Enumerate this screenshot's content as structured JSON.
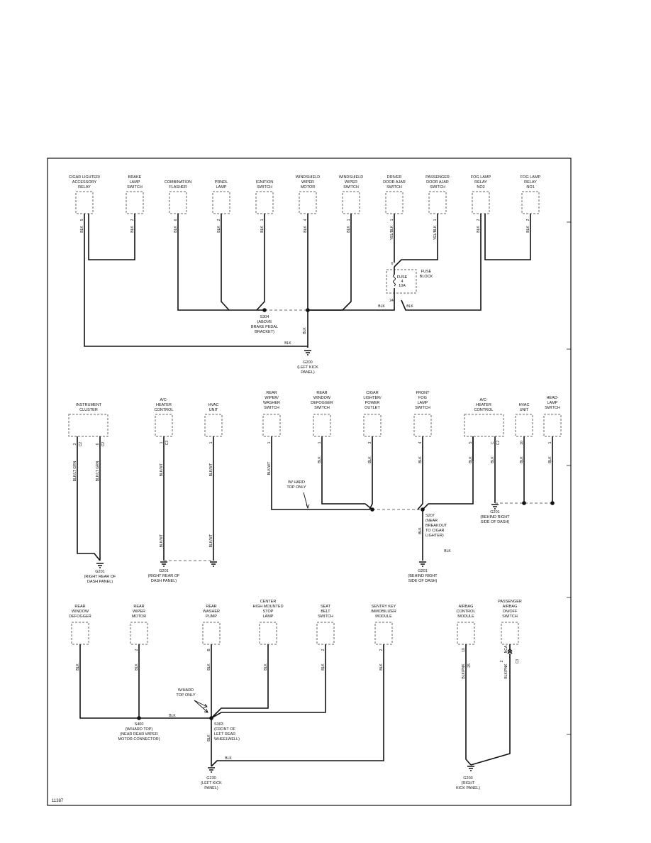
{
  "diagram_id": "11387",
  "section1": {
    "components": [
      {
        "lines": [
          "CIGAR LIGHTER/",
          "ACCESSORY",
          "RELAY"
        ],
        "pin": "5",
        "wire": "BLK"
      },
      {
        "lines": [
          "BRAKE",
          "LAMP",
          "SWITCH"
        ],
        "pin": "2",
        "wire": "BLK"
      },
      {
        "lines": [
          "COMBINATION",
          "FLASHER"
        ],
        "pin": "6",
        "wire": "BLK"
      },
      {
        "lines": [
          "PRNDL",
          "LAMP"
        ],
        "pin": "2",
        "wire": "BLK"
      },
      {
        "lines": [
          "IGNITION",
          "SWITCH"
        ],
        "pin": "1",
        "wire": "BLK"
      },
      {
        "lines": [
          "WINDSHIELD",
          "WIPER",
          "MOTOR"
        ],
        "pin": "4",
        "wire": "BLK"
      },
      {
        "lines": [
          "WINDSHIELD",
          "WIPER",
          "SWITCH"
        ],
        "pin": "1",
        "wire": "BLK"
      },
      {
        "lines": [
          "DRIVER",
          "DOOR AJAR",
          "SWITCH"
        ],
        "pin": "1",
        "wire": "YEL/BLK"
      },
      {
        "lines": [
          "PASSENGER",
          "DOOR AJAR",
          "SWITCH"
        ],
        "pin": "1",
        "wire": "YEL/BLK"
      },
      {
        "lines": [
          "FOG LAMP",
          "RELAY",
          "NO2"
        ],
        "pin": "2",
        "wire": "BLK"
      },
      {
        "lines": [
          "FOG LAMP",
          "RELAY",
          "NO1"
        ],
        "pin": "2",
        "wire": "BLK"
      }
    ],
    "fuse_block": {
      "label": [
        "FUSE",
        "BLOCK"
      ],
      "fuse": [
        "FUSE",
        "4",
        "10A"
      ],
      "pin_top": "6",
      "pin_bottom": "24"
    },
    "splice": {
      "id": "S304",
      "desc": [
        "(ABOVE",
        "BRAKE PEDAL",
        "BRACKET)"
      ]
    },
    "ground": {
      "id": "G200",
      "desc": [
        "(LEFT KICK",
        "PANEL)"
      ]
    },
    "wire_labels": [
      "BLK",
      "BLK",
      "BLK",
      "BLK"
    ]
  },
  "section2": {
    "components": [
      {
        "lines": [
          "INSTRUMENT",
          "CLUSTER"
        ],
        "pins": [
          "3",
          "C2",
          "6",
          "C2"
        ],
        "wires": [
          "BLK/LT GRN",
          "BLK/LT GRN"
        ]
      },
      {
        "lines": [
          "A/C-",
          "HEATER",
          "CONTROL"
        ],
        "pins": [
          "1",
          "C3"
        ],
        "wires": [
          "BLK/WT",
          "BLK/WT"
        ]
      },
      {
        "lines": [
          "HVAC",
          "UNIT"
        ],
        "pins": [
          "1"
        ],
        "wires": [
          "BLK/WT",
          "BLK/WT"
        ]
      },
      {
        "lines": [
          "REAR",
          "WIPER/",
          "WASHER",
          "SWITCH"
        ],
        "pins": [
          "1"
        ],
        "wires": [
          "BLK/WT"
        ]
      },
      {
        "lines": [
          "REAR",
          "WINDOW",
          "DEFOGGER",
          "SWITCH"
        ],
        "pins": [
          "1"
        ],
        "wires": [
          "BLK"
        ]
      },
      {
        "lines": [
          "CIGAR",
          "LIGHTER/",
          "POWER",
          "OUTLET"
        ],
        "pins": [
          "3"
        ],
        "wires": [
          "BLK"
        ]
      },
      {
        "lines": [
          "FRONT",
          "FOG",
          "LAMP",
          "SWITCH"
        ],
        "pins": [
          "4"
        ],
        "wires": [
          "BLK"
        ]
      },
      {
        "lines": [
          "A/C-",
          "HEATER",
          "CONTROL"
        ],
        "pins": [
          "5",
          "C",
          "C2"
        ],
        "wires": [
          "BLK",
          "BLK"
        ]
      },
      {
        "lines": [
          "HVAC",
          "UNIT"
        ],
        "pins": [
          "10"
        ],
        "wires": [
          "BLK"
        ]
      },
      {
        "lines": [
          "HEAD-",
          "LAMP",
          "SWITCH"
        ],
        "pins": [
          "1"
        ],
        "wires": [
          "BLK"
        ]
      }
    ],
    "hardtop_note": [
      "W/ HARD",
      "TOP ONLY"
    ],
    "splice": {
      "id": "S207",
      "desc": [
        "(NEAR",
        "BREAKOUT",
        "TO CIGAR",
        "LIGHTER)"
      ]
    },
    "grounds": [
      {
        "id": "G201",
        "desc": [
          "(RIGHT REAR OF",
          "DASH PANEL)"
        ]
      },
      {
        "id": "G201",
        "desc": [
          "(RIGHT REAR OF",
          "DASH PANEL)"
        ]
      },
      {
        "id": "G201",
        "desc": [
          "(BEHIND RIGHT",
          "SIDE OF DASH)"
        ]
      },
      {
        "id": "G201",
        "desc": [
          "(BEHIND RIGHT",
          "SIDE OF DASH)"
        ]
      }
    ],
    "wire_labels": [
      "BLK",
      "BLK"
    ]
  },
  "section3": {
    "components": [
      {
        "lines": [
          "REAR",
          "WINDOW",
          "DEFOGGER"
        ],
        "pin": "",
        "wire": "BLK"
      },
      {
        "lines": [
          "REAR",
          "WIPER",
          "MOTOR"
        ],
        "pin": "2",
        "wire": "BLK"
      },
      {
        "lines": [
          "REAR",
          "WASHER",
          "PUMP"
        ],
        "pin": "B",
        "wire": "BLK"
      },
      {
        "lines": [
          "CENTER",
          "HIGH MOUNTED",
          "STOP",
          "LAMP"
        ],
        "pin": "",
        "wire": "BLK"
      },
      {
        "lines": [
          "SEAT",
          "BELT",
          "SWITCH"
        ],
        "pin": "2",
        "wire": "BLK"
      },
      {
        "lines": [
          "SENTRY KEY",
          "IMMOBILIZER",
          "MODULE"
        ],
        "pin": "2",
        "wire": "BLK"
      },
      {
        "lines": [
          "AIRBAG",
          "CONTROL",
          "MODULE"
        ],
        "pin": "10",
        "wire": "BLK/PNK",
        "conn": "25"
      },
      {
        "lines": [
          "PASSENGER",
          "AIRBAG",
          "ON/OFF",
          "SWITCH"
        ],
        "pin": "2",
        "wire": "BLK/PNK",
        "conn": "C3",
        "extra": "NCA"
      }
    ],
    "hardtop_note": [
      "W/HARD",
      "TOP ONLY"
    ],
    "splices": [
      {
        "id": "S400",
        "desc": [
          "(W/HARD TOP)",
          "(NEAR REAR WIPER",
          "MOTOR CONNECTOR)"
        ]
      },
      {
        "id": "S303",
        "desc": [
          "(FRONT OF",
          "LEFT REAR",
          "WHEELWELL)"
        ]
      }
    ],
    "grounds": [
      {
        "id": "G230",
        "desc": [
          "(LEFT KICK",
          "PANEL)"
        ]
      },
      {
        "id": "G203",
        "desc": [
          "(RIGHT",
          "KICK PANEL)"
        ]
      }
    ],
    "wire_labels": [
      "BLK",
      "BLK",
      "BLK"
    ]
  }
}
